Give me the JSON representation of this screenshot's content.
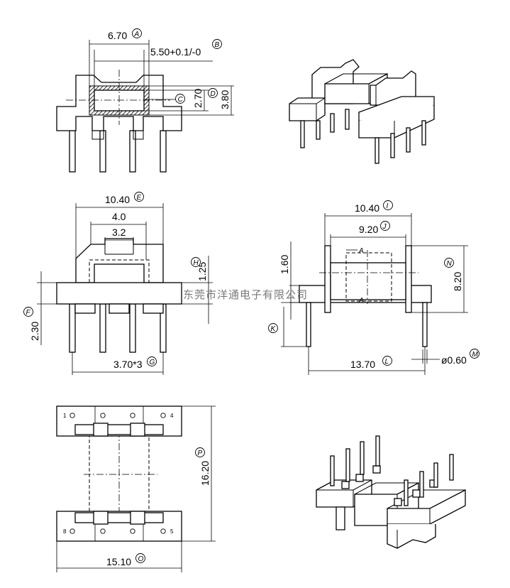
{
  "watermark": "东莞市洋通电子有限公司",
  "dimensions": {
    "A": {
      "value": "6.70",
      "label": "A"
    },
    "B": {
      "value": "5.50+0.1/-0",
      "label": "B"
    },
    "C": {
      "label": "C"
    },
    "D": {
      "value": "2.70",
      "label": "D"
    },
    "D_outer": {
      "value": "3.80"
    },
    "E": {
      "value": "10.40",
      "label": "E"
    },
    "E_inner1": {
      "value": "4.0"
    },
    "E_inner2": {
      "value": "3.2"
    },
    "F": {
      "value": "2.30",
      "label": "F"
    },
    "G": {
      "value": "3.70*3",
      "label": "G"
    },
    "H": {
      "value": "1.25",
      "label": "H"
    },
    "I": {
      "value": "10.40",
      "label": "I"
    },
    "J": {
      "value": "9.20",
      "label": "J"
    },
    "K": {
      "label": "K"
    },
    "K_val": {
      "value": "1.60"
    },
    "L": {
      "value": "13.70",
      "label": "L"
    },
    "M": {
      "value": "ø0.60",
      "label": "M"
    },
    "N": {
      "value": "8.20",
      "label": "N"
    },
    "O": {
      "value": "15.10",
      "label": "O"
    },
    "P": {
      "value": "16.20",
      "label": "P"
    }
  },
  "section_mark": "A",
  "pins": {
    "p1": "1",
    "p4": "4",
    "p8": "8",
    "p5": "5"
  }
}
